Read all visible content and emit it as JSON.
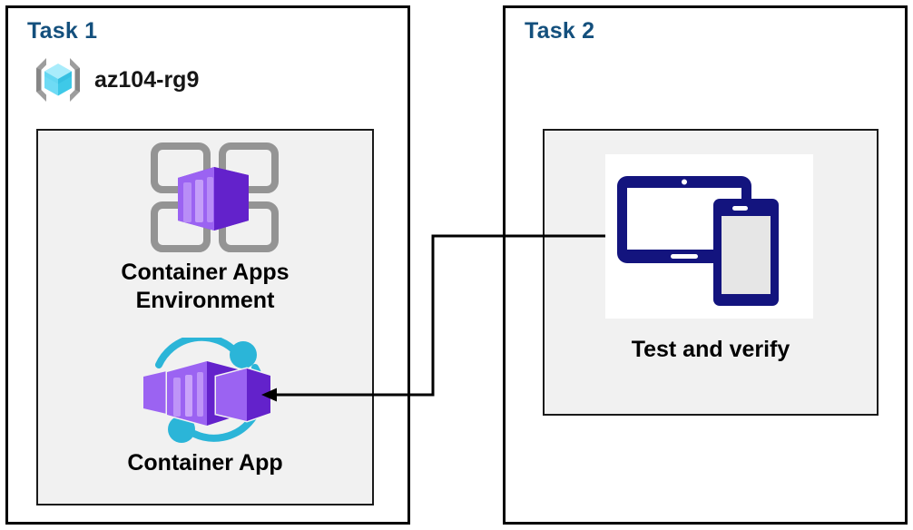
{
  "diagram": {
    "title_color": "#14507D",
    "panel_border_color": "#000000",
    "inner_panel_bg": "#F1F1F1"
  },
  "task1": {
    "title": "Task 1",
    "resource_group": {
      "name": "az104-rg9",
      "icon": "resource-group-icon"
    },
    "nodes": [
      {
        "id": "container-apps-environment",
        "label": "Container Apps\nEnvironment",
        "icon": "container-apps-environment-icon"
      },
      {
        "id": "container-app",
        "label": "Container App",
        "icon": "container-app-icon"
      }
    ]
  },
  "task2": {
    "title": "Task 2",
    "nodes": [
      {
        "id": "test-and-verify",
        "label": "Test and verify",
        "icon": "tablet-and-phone-icon"
      }
    ]
  },
  "connector": {
    "from": "test-and-verify",
    "to": "container-app",
    "arrow_direction": "left",
    "color": "#000000"
  },
  "colors": {
    "azure_purple_dark": "#6B2FC9",
    "azure_purple_light": "#9C63F0",
    "azure_cyan": "#29B6D8",
    "resource_group_cyan": "#8FE3F7",
    "icon_gray": "#949494",
    "navy": "#13147E"
  }
}
